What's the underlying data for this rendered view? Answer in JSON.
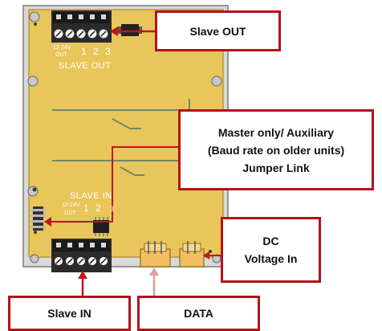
{
  "colors": {
    "board": "#e8c65a",
    "board_edge": "#b08a26",
    "frame": "#d9d9d9",
    "connector": "#2b2b2b",
    "callout_border": "#b3121b",
    "arrow": "#c0141c",
    "data_arrow": "#e79a9a",
    "jst": "#f0c060"
  },
  "board_labels": {
    "top_voltage_1": "12-24V",
    "top_voltage_2": "OUT",
    "top_pins": [
      "1",
      "2",
      "3"
    ],
    "top_title": "SLAVE OUT",
    "bottom_title": "SLAVE IN",
    "bottom_voltage_1": "12-24V",
    "bottom_voltage_2": "OUT",
    "bottom_pins": [
      "1",
      "2",
      "3"
    ]
  },
  "callouts": {
    "slave_out": "Slave OUT",
    "master_line1": "Master only/ Auxiliary",
    "master_line2": "(Baud rate on older units)",
    "master_line3": "Jumper Link",
    "dc_line1": "DC",
    "dc_line2": "Voltage In",
    "slave_in": "Slave IN",
    "data": "DATA"
  },
  "icons": {
    "mount_hole": "screw-hole-icon",
    "terminal": "terminal-block-icon",
    "jumper": "jumper-icon",
    "jst": "jst-connector-icon"
  }
}
